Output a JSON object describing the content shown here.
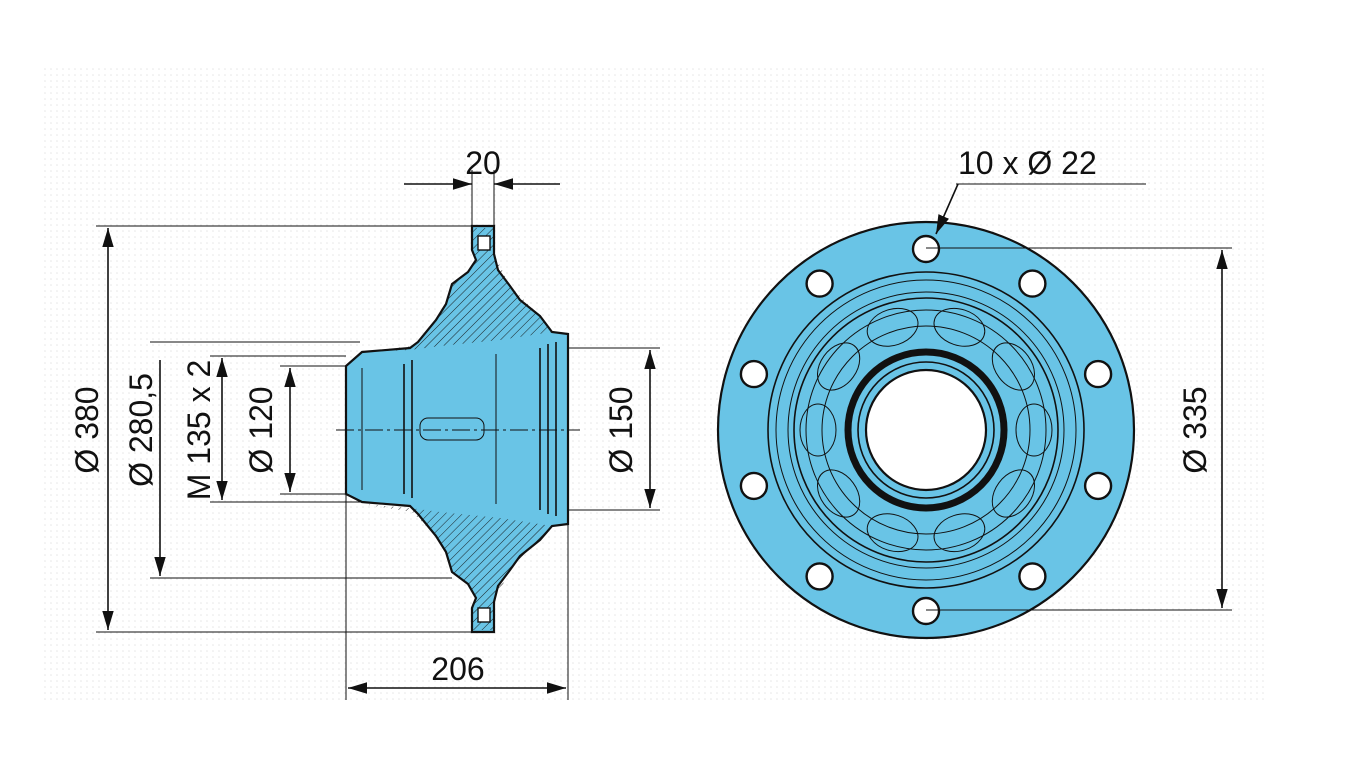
{
  "colors": {
    "part_fill": "#69c4e6",
    "line": "#111111",
    "background_dots": "#e6e6e6"
  },
  "side_view": {
    "flange_thickness": "20",
    "outer_diameter": "Ø 380",
    "bolt_circle_diameter": "Ø 280,5",
    "thread": "M 135 x 2",
    "inner_diameter": "Ø 120",
    "bore_diameter": "Ø 150",
    "overall_length": "206"
  },
  "front_view": {
    "bolt_holes": "10 x Ø 22",
    "pitch_circle_diameter": "Ø 335"
  }
}
